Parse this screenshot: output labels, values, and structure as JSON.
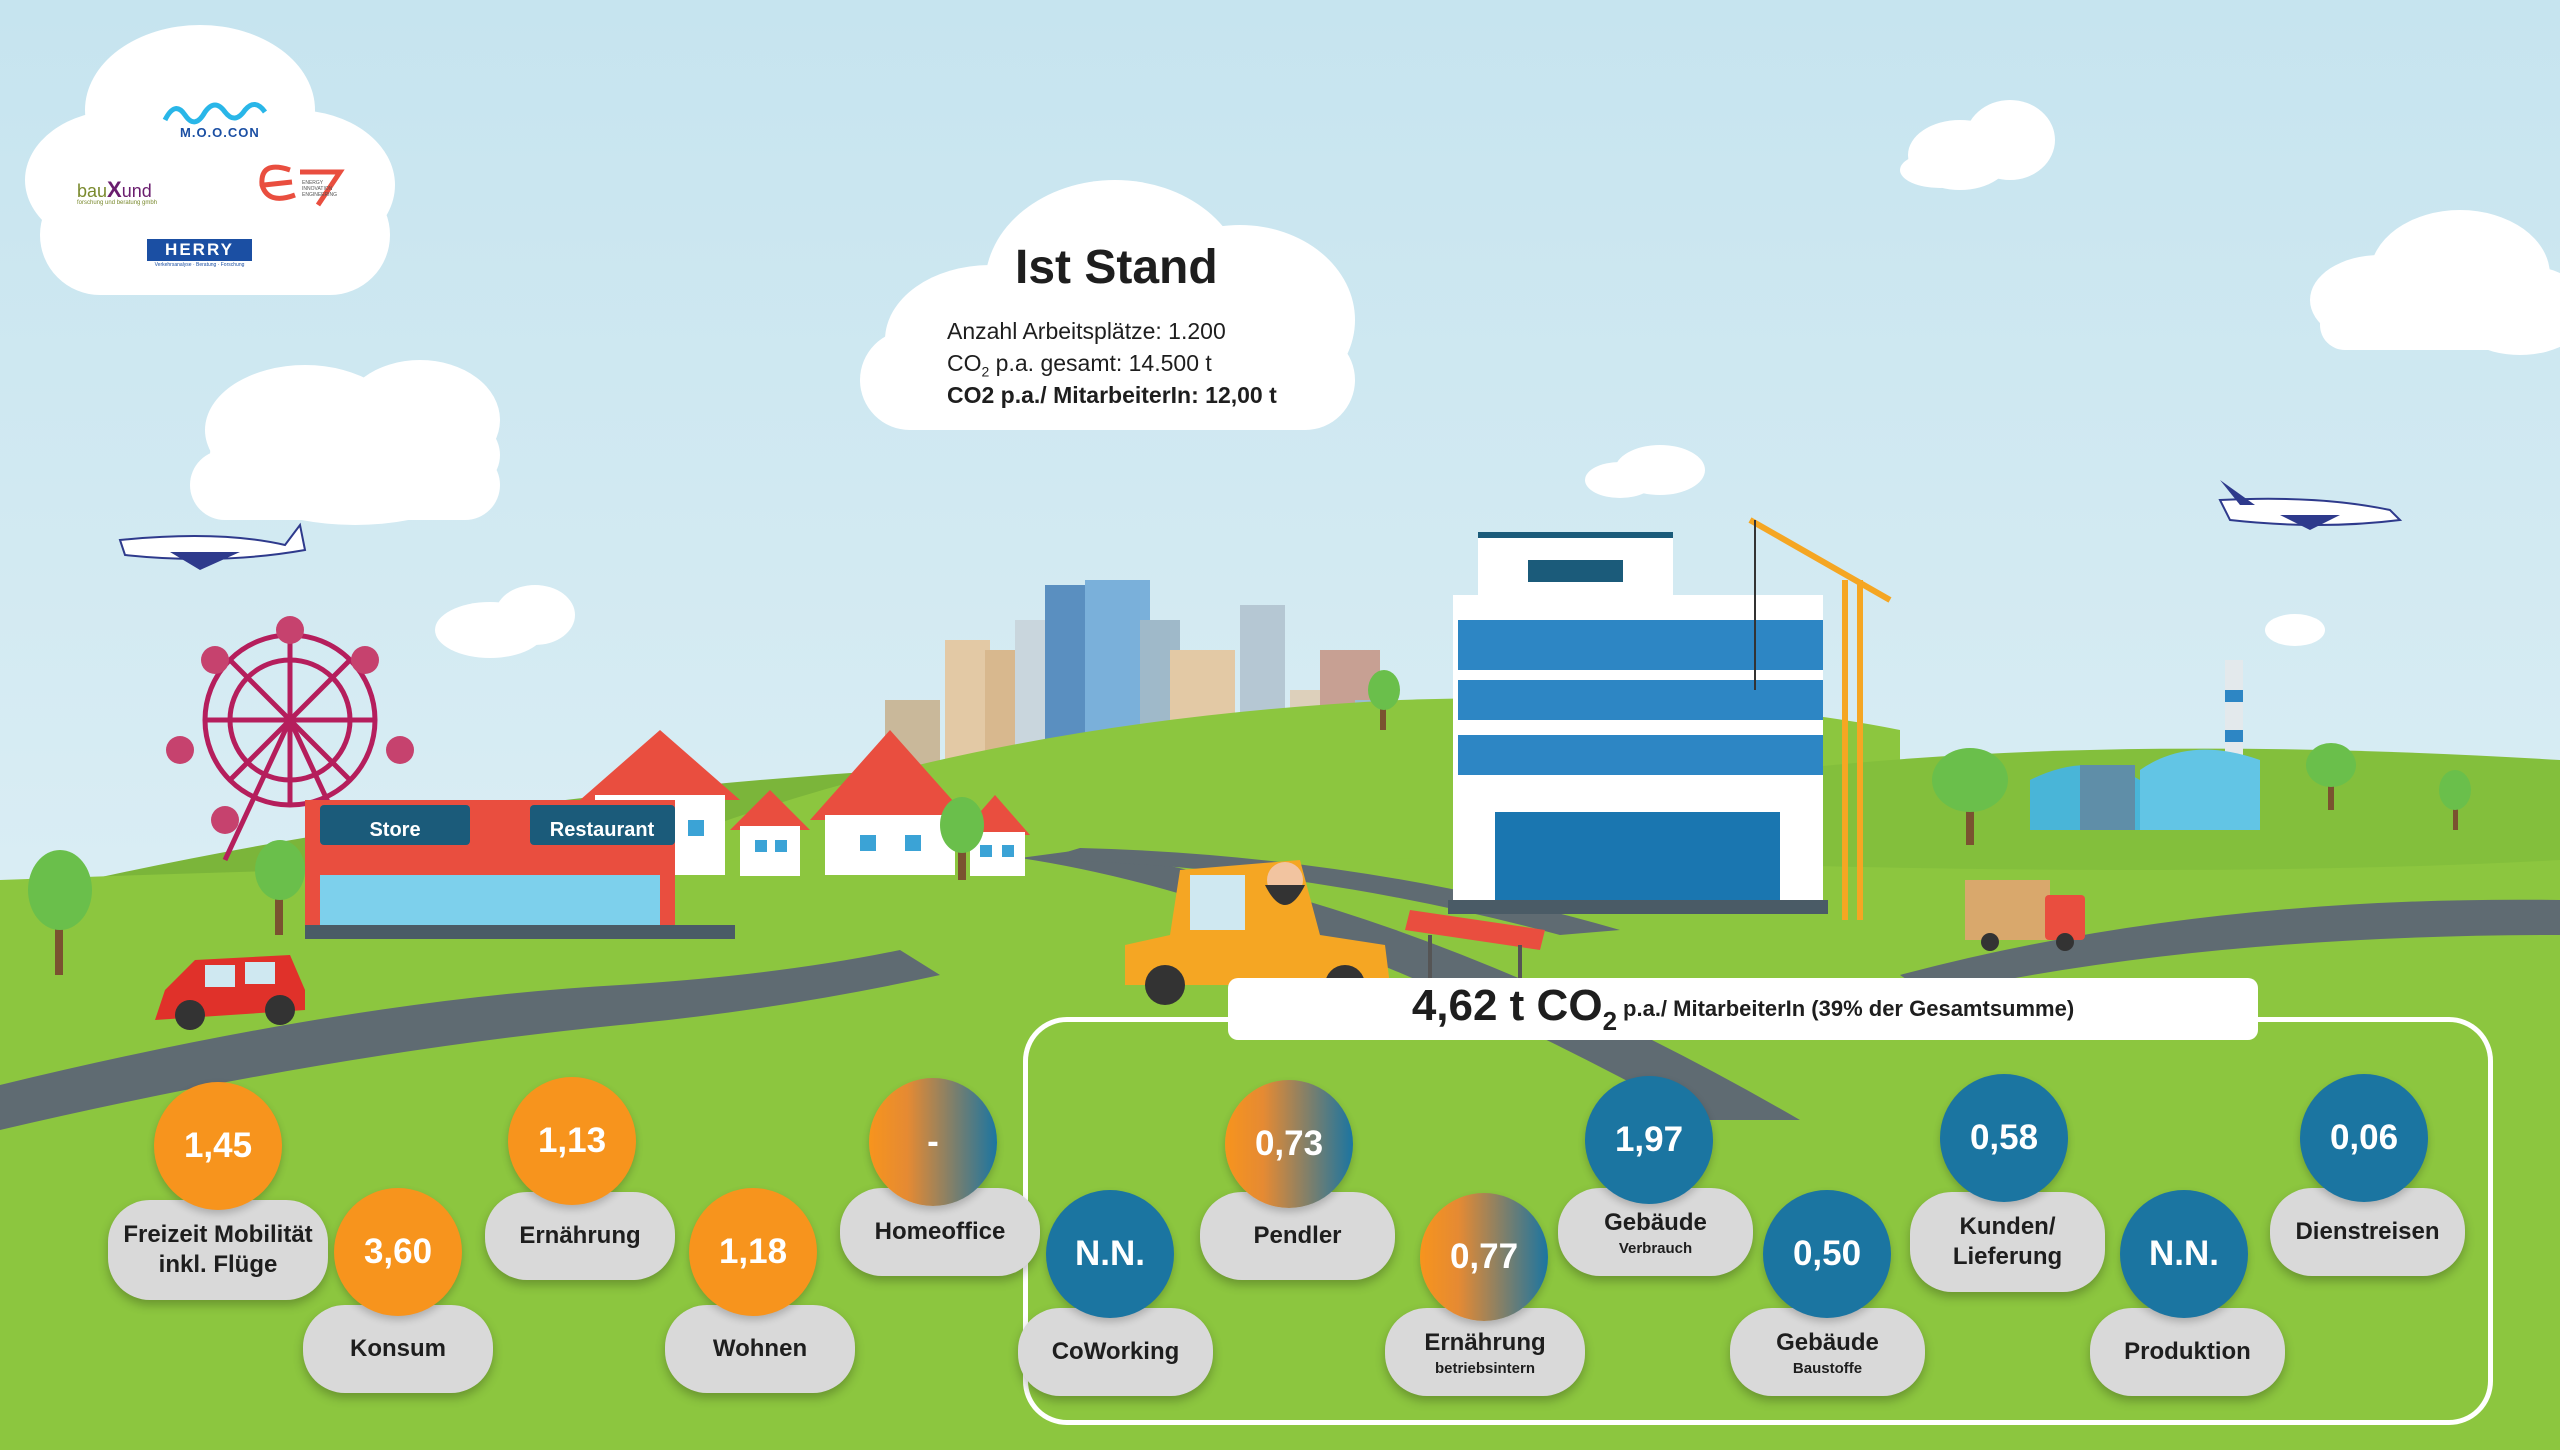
{
  "logos": {
    "moocon": "M.O.O.CON",
    "bauxund_a": "bau",
    "bauxund_b": "X",
    "bauxund_c": "und",
    "bauxund_tagline": "forschung und beratung gmbh",
    "e7_line1": "ENERGY",
    "e7_line2": "INNOVATION",
    "e7_line3": "ENGINEERING",
    "herry": "HERRY",
    "herry_tagline": "Verkehrsanalyse · Beratung · Forschung"
  },
  "status": {
    "title": "Ist Stand",
    "line1": "Anzahl Arbeitsplätze: 1.200",
    "line2_prefix": "CO",
    "line2_sub": "2",
    "line2_suffix": " p.a. gesamt: 14.500 t",
    "line3": "CO2 p.a./ MitarbeiterIn: 12,00 t"
  },
  "signs": {
    "store": "Store",
    "restaurant": "Restaurant"
  },
  "banner": {
    "value": "4,62 t CO",
    "sub": "2",
    "rest": "p.a./ MitarbeiterIn (39% der Gesamtsumme)"
  },
  "categories": [
    {
      "value": "1,45",
      "label": "Freizeit Mobilität inkl. Flüge"
    },
    {
      "value": "3,60",
      "label": "Konsum"
    },
    {
      "value": "1,13",
      "label": "Ernährung"
    },
    {
      "value": "1,18",
      "label": "Wohnen"
    },
    {
      "value": "-",
      "label": "Homeoffice"
    },
    {
      "value": "N.N.",
      "label": "CoWorking"
    },
    {
      "value": "0,73",
      "label": "Pendler"
    },
    {
      "value": "0,77",
      "label": "Ernährung",
      "sublabel": "betriebsintern"
    },
    {
      "value": "1,97",
      "label": "Gebäude",
      "sublabel": "Verbrauch"
    },
    {
      "value": "0,50",
      "label": "Gebäude",
      "sublabel": "Baustoffe"
    },
    {
      "value": "0,58",
      "label": "Kunden/ Lieferung"
    },
    {
      "value": "N.N.",
      "label": "Produktion"
    },
    {
      "value": "0,06",
      "label": "Dienstreisen"
    }
  ],
  "colors": {
    "sky": "#cfe8f1",
    "grass": "#8cc63f",
    "grass_dark": "#6fa82f",
    "orange": "#f7941d",
    "blue": "#1b75a1",
    "pill": "#d9d9d9"
  }
}
